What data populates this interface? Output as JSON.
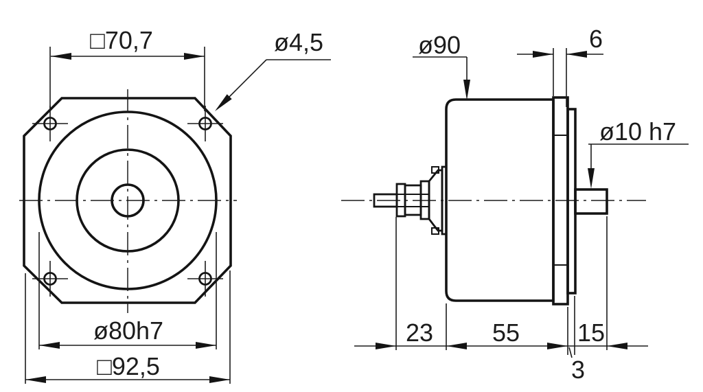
{
  "drawing": {
    "colors": {
      "background": "#ffffff",
      "ink": "#141414"
    },
    "front_view": {
      "labels": {
        "bolt_square": "□70,7",
        "bolt_hole_dia": "ø4,5",
        "pilot_dia": "ø80h7",
        "flange_square": "□92,5"
      }
    },
    "side_view": {
      "labels": {
        "body_dia": "ø90",
        "flange_thickness": "6",
        "shaft_dia": "ø10 h7",
        "front_length": "23",
        "body_length": "55",
        "shaft_length": "15",
        "spacer_thickness": "3"
      }
    }
  }
}
